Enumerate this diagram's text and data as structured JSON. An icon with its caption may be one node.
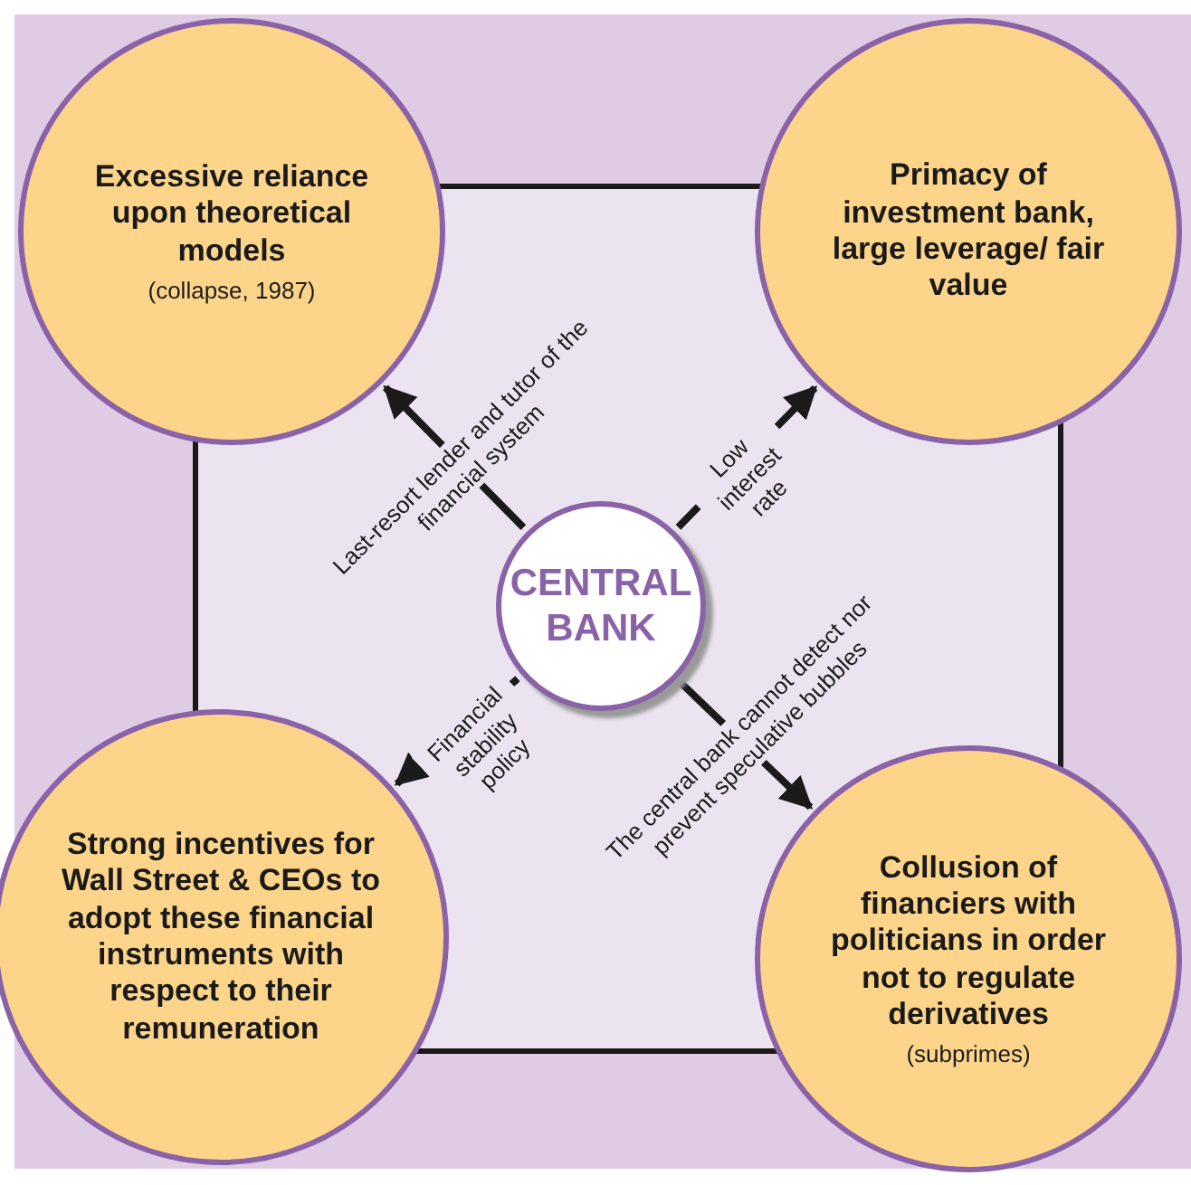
{
  "diagram": {
    "nodes": [
      {
        "text": [
          "Excessive reliance upon theoretical models",
          "(collapse, 1987)"
        ]
      },
      {
        "text": [
          "Primacy of investment bank, large leverage/ fair value"
        ]
      },
      {
        "text": [
          "CENTRAL BANK"
        ]
      },
      {
        "text": [
          "Strong incentives for Wall Street & CEOs to adopt these financial instruments with respect to their remuneration"
        ]
      },
      {
        "text": [
          "Collusion of financiers with politicians in order not to regulate derivatives",
          "(subprimes)"
        ]
      }
    ],
    "edges": [
      {
        "from": 2,
        "to": 0,
        "arrow": "to",
        "label": "Last-resort lender and tutor of the financial system"
      },
      {
        "from": 2,
        "to": 1,
        "arrow": "to",
        "label": "Low interest rate"
      },
      {
        "from": 2,
        "to": 3,
        "arrow": "to",
        "label": "Financial stability policy"
      },
      {
        "from": 2,
        "to": 4,
        "arrow": "to",
        "label": "The central bank cannot detect nor prevent speculative bubbles"
      }
    ]
  }
}
